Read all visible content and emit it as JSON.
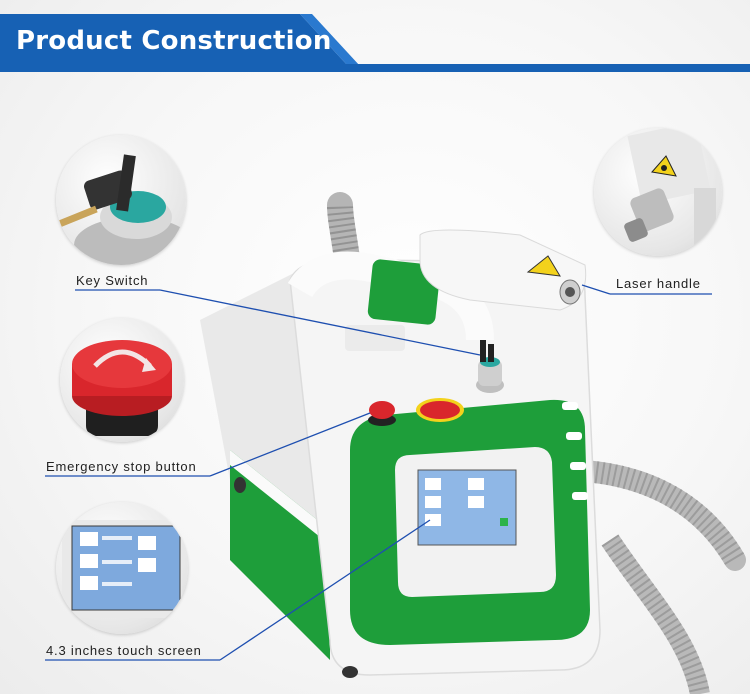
{
  "header": {
    "title": "Product Construction",
    "band_color": "#1761b4",
    "accent_color": "#0f4f9e"
  },
  "callouts": {
    "key_switch": "Key Switch",
    "emergency_stop": "Emergency stop button",
    "touch_screen": "4.3 inches touch screen",
    "laser_handle": "Laser handle"
  },
  "colors": {
    "machine_green": "#1e9e3a",
    "machine_white": "#f4f4f4",
    "stop_red": "#d9262c",
    "warning_yellow": "#f3d21c",
    "leader_line": "#1e4fb0"
  },
  "icons": [
    "key-icon",
    "emergency-stop-icon",
    "touch-screen-icon",
    "laser-handle-icon"
  ]
}
